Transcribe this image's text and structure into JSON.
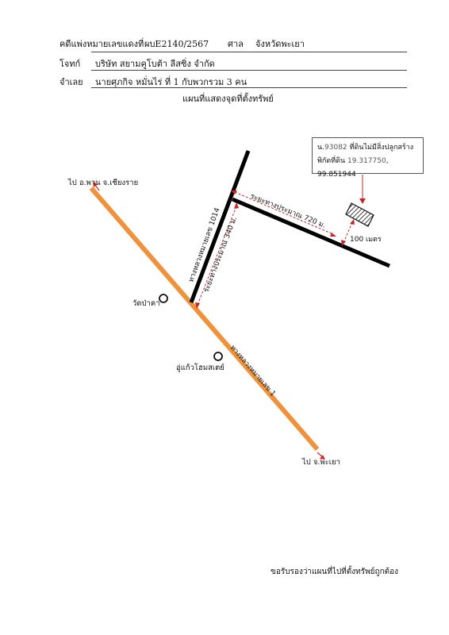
{
  "header": {
    "case_label": "คดีแพ่งหมายเลขแดงที่",
    "case_number": "ผบE2140/2567",
    "court_label": "ศาล",
    "court_name": "จังหวัดพะเยา",
    "plaintiff_label": "โจทก์",
    "plaintiff_name": "บริษัท สยามคูโบต้า ลีสซิ่ง จำกัด",
    "defendant_label": "จำเลย",
    "defendant_name": "นายศุภกิจ หมั่นไร่  ที่ 1 กับพวกรวม 3 คน",
    "map_title": "แผนที่แสดงจุดที่ตั้งทรัพย์"
  },
  "infobox": {
    "line1_prefix": "น.",
    "deed_number": "93082",
    "line1_text": " ที่ดินไม่มีสิ่งปลูกสร้าง",
    "coord_label": "พิกัดที่ดิน ",
    "coord_value": "19.317750",
    "coord_sep": ", ",
    "coord_value2": "99.851944"
  },
  "map_labels": {
    "to_phan": "ไป อ.พาน จ.เชียงราย",
    "to_phayao": "ไป จ.พะเยา",
    "highway1": "ทางหลวงหมายเลข 1",
    "highway1014": "ทางหลวงหมายเลข 1014",
    "dist_720": "ระยะทางประมาณ 720 ม.",
    "dist_340": "ระยะทางประมาณ 340 ม.",
    "dist_100": "100 เมตร",
    "wat_pa_kha": "วัดป่าคา",
    "shop_name": "อู่แก้วโฮมสเตย์"
  },
  "colors": {
    "highway1": "#f0923c",
    "road": "#000000",
    "arrow": "#d9252a",
    "dash": "#c62828"
  },
  "footer": {
    "certify": "ขอรับรองว่าแผนที่ไปที่ตั้งทรัพย์ถูกต้อง"
  }
}
